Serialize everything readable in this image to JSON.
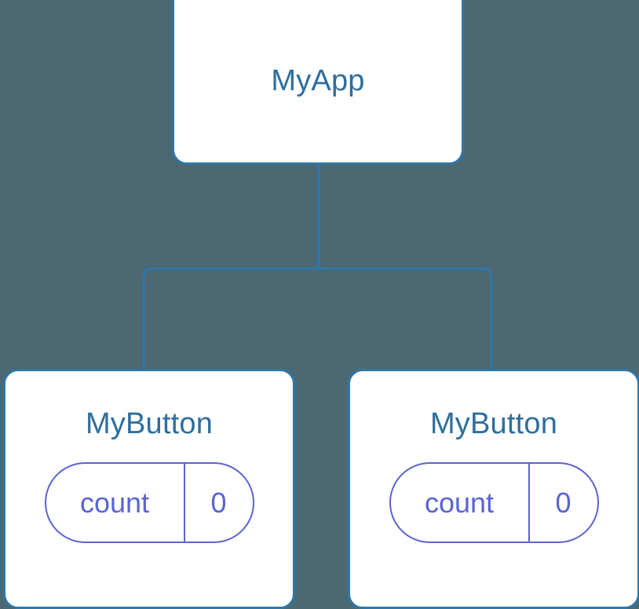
{
  "canvas": {
    "background_color": "#4c6872",
    "node_border_color": "#2f77a8",
    "node_label_color": "#2d6e9e",
    "pill_color": "#5b63d3",
    "edge_color": "#2f77a8"
  },
  "tree": {
    "root": {
      "label": "MyApp"
    },
    "children": [
      {
        "label": "MyButton",
        "state": {
          "key": "count",
          "value": "0"
        }
      },
      {
        "label": "MyButton",
        "state": {
          "key": "count",
          "value": "0"
        }
      }
    ]
  }
}
